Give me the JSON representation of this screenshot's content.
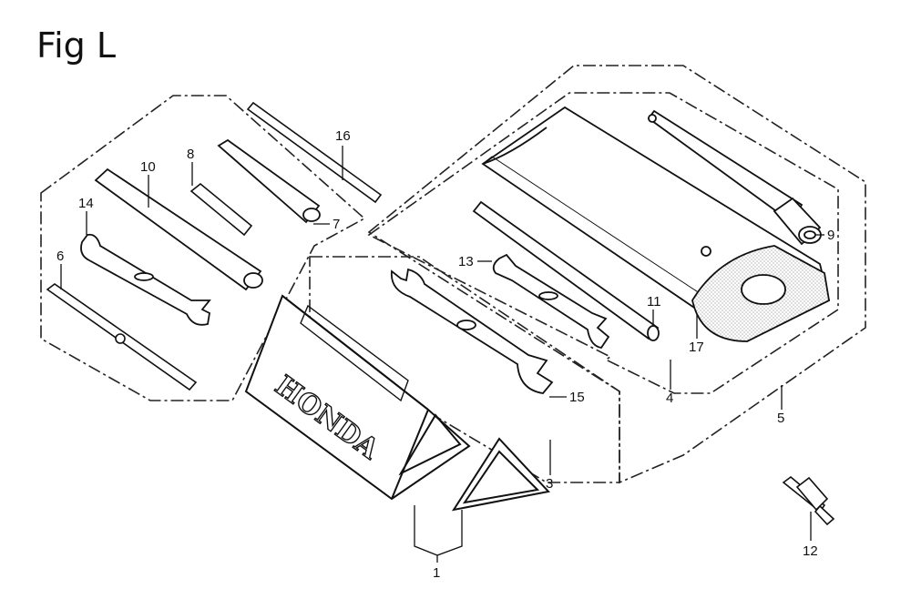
{
  "figure": {
    "title": "Fig L"
  },
  "brand": {
    "wordmark": "HONDA"
  },
  "callouts": {
    "c1": "1",
    "c3": "3",
    "c4": "4",
    "c5": "5",
    "c6": "6",
    "c7": "7",
    "c8": "8",
    "c9": "9",
    "c10": "10",
    "c11": "11",
    "c12": "12",
    "c13": "13",
    "c14": "14",
    "c15": "15",
    "c16": "16",
    "c17": "17"
  }
}
